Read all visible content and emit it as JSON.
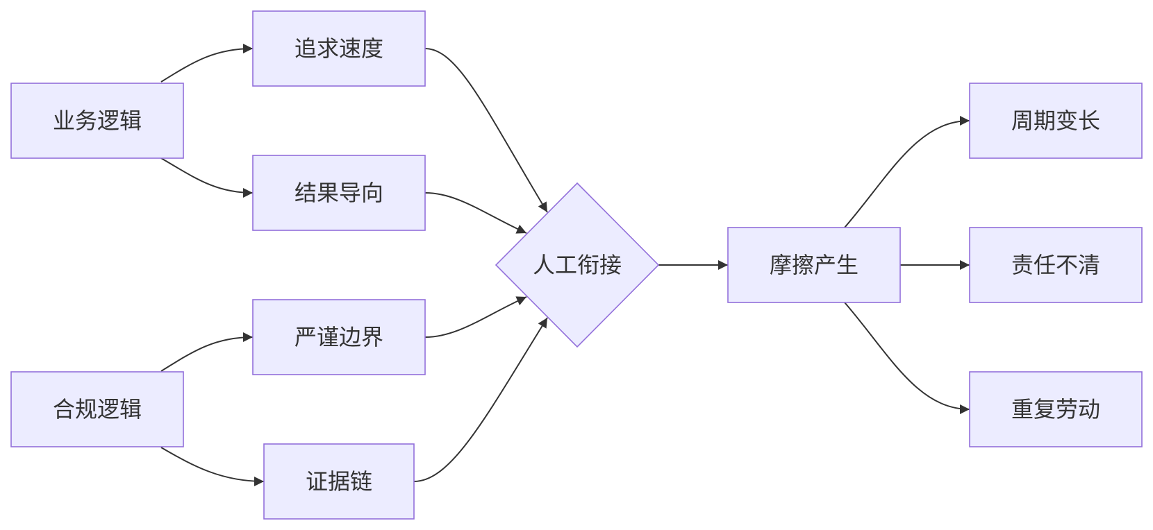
{
  "nodes": {
    "business_logic": "业务逻辑",
    "pursue_speed": "追求速度",
    "result_oriented": "结果导向",
    "compliance_logic": "合规逻辑",
    "strict_boundary": "严谨边界",
    "evidence_chain": "证据链",
    "manual_handoff": "人工衔接",
    "friction": "摩擦产生",
    "longer_cycle": "周期变长",
    "unclear_responsibility": "责任不清",
    "repeated_work": "重复劳动"
  },
  "colors": {
    "node_fill": "#ECECFF",
    "node_stroke": "#9370DB",
    "edge": "#333333",
    "text": "#333333"
  }
}
